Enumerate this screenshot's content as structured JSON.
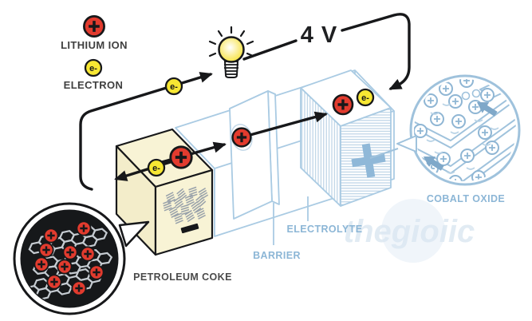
{
  "legend": {
    "lithium_ion": {
      "label": "LITHIUM ION",
      "symbol": "+"
    },
    "electron": {
      "label": "ELECTRON",
      "symbol": "e-"
    }
  },
  "circuit": {
    "voltage_label": "4 V"
  },
  "components": {
    "anode": {
      "label": "PETROLEUM COKE",
      "terminal": "−"
    },
    "barrier": {
      "label": "BARRIER"
    },
    "electrolyte": {
      "label": "ELECTROLYTE"
    },
    "cathode": {
      "label": "COBALT OXIDE",
      "terminal": "+"
    }
  },
  "watermark": {
    "text": "thegioiic"
  },
  "colors": {
    "lithium_red": "#e23b2e",
    "electron_yellow": "#f7e733",
    "anode_yellow": "#f8f3d5",
    "diagram_blue": "#9fc2dc",
    "label_blue": "#8cb6d6",
    "wire_black": "#17181a",
    "text_dark": "#3f3f3f",
    "coke_dark": "#16181a"
  }
}
